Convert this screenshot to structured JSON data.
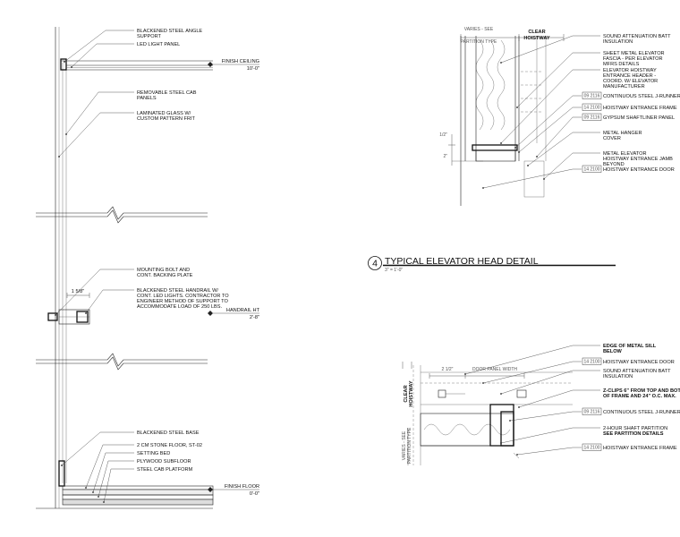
{
  "left_section": {
    "labels": [
      "BLACKENED STEEL ANGLE",
      "SUPPORT",
      "LED LIGHT PANEL",
      "REMOVABLE STEEL CAB",
      "PANELS",
      "LAMINATED GLASS W/",
      "CUSTOM PATTERN FRIT",
      "MOUNTING BOLT AND",
      "CONT. BACKING PLATE",
      "BLACKENED STEEL HANDRAIL W/",
      "CONT. LED LIGHTS. CONTRACTOR TO",
      "ENGINEER METHOD OF SUPPORT TO",
      "ACCOMMODATE LOAD OF 250 LBS.",
      "BLACKENED STEEL BASE",
      "2 CM STONE FLOOR, ST-02",
      "SETTING BED",
      "PLYWOOD SUBFLOOR",
      "STEEL CAB PLATFORM"
    ],
    "dimension": "1 5/8\"",
    "elevations": [
      {
        "name": "FINISH CEILING",
        "value": "10'-0\""
      },
      {
        "name": "HANDRAIL HT",
        "value": "2'-8\""
      },
      {
        "name": "FINISH FLOOR",
        "value": "0'-0\""
      }
    ]
  },
  "head_detail": {
    "header_left": "VARIES - SEE",
    "header_left_sub": "PARTITION TYPE",
    "clear_label": "CLEAR",
    "clear_label_2": "HOISTWAY",
    "labels": [
      {
        "tag": "",
        "lines": [
          "SOUND ATTENUATION BATT",
          "INSULATION"
        ]
      },
      {
        "tag": "",
        "lines": [
          "SHEET METAL ELEVATOR",
          "FASCIA - PER ELEVATOR",
          "MFRS DETAILS"
        ]
      },
      {
        "tag": "",
        "lines": [
          "ELEVATOR HOISTWAY",
          "ENTRANCE HEADER -",
          "COORD. W/ ELEVATOR",
          "MANUFACTURER"
        ]
      },
      {
        "tag": "09 2116",
        "lines": [
          "CONTINUOUS STEEL J-RUNNER"
        ]
      },
      {
        "tag": "14 2100",
        "lines": [
          "HOISTWAY ENTRANCE FRAME"
        ]
      },
      {
        "tag": "09 2116",
        "lines": [
          "GYPSUM SHAFTLINER PANEL"
        ]
      },
      {
        "tag": "",
        "lines": [
          "METAL HANGER",
          "COVER"
        ]
      },
      {
        "tag": "",
        "lines": [
          "METAL ELEVATOR",
          "HOISTWAY ENTRANCE JAMB",
          "BEYOND"
        ]
      },
      {
        "tag": "14 2100",
        "lines": [
          "HOISTWAY ENTRANCE DOOR"
        ]
      }
    ],
    "dims": [
      "1/2\"",
      "2\""
    ]
  },
  "title_block": {
    "number": "4",
    "title": "TYPICAL ELEVATOR HEAD DETAIL",
    "scale": "3\" = 1'-0\""
  },
  "jamb_detail": {
    "header_top": "2 1/2\"",
    "header_door": "DOOR PANEL WIDTH",
    "clear_label": "CLEAR",
    "clear_label_2": "HOISTWAY",
    "side_label": "VARIES - SEE",
    "side_label_2": "PARTITION TYPE",
    "labels": [
      {
        "tag": "",
        "bold": true,
        "lines": [
          "EDGE OF METAL SILL",
          "BELOW"
        ]
      },
      {
        "tag": "14 2100",
        "bold": false,
        "lines": [
          "HOISTWAY ENTRANCE DOOR"
        ]
      },
      {
        "tag": "",
        "bold": false,
        "lines": [
          "SOUND ATTENUATION BATT",
          "INSULATION"
        ]
      },
      {
        "tag": "",
        "bold": true,
        "lines": [
          "Z-CLIPS 6\" FROM TOP AND BOT.",
          "OF FRAME AND 24\" O.C. MAX."
        ]
      },
      {
        "tag": "09 2116",
        "bold": false,
        "lines": [
          "CONTINUOUS STEEL J-RUNNER"
        ]
      },
      {
        "tag": "",
        "bold": false,
        "lines": [
          "2-HOUR SHAFT PARTITION"
        ],
        "bold_line": "SEE PARTITION DETAILS"
      },
      {
        "tag": "14 2100",
        "bold": false,
        "lines": [
          "HOISTWAY ENTRANCE FRAME"
        ]
      }
    ]
  }
}
